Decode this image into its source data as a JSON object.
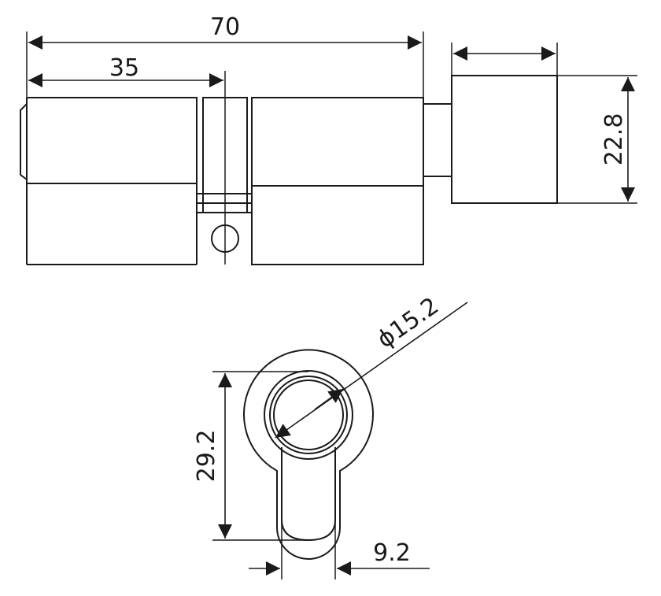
{
  "dimensions": {
    "overall_length": "70",
    "half_length": "35",
    "body_height": "22.8",
    "profile_height": "29.2",
    "diameter": "ϕ15.2",
    "cam_width": "9.2"
  },
  "colors": {
    "line": "#1a1a1a",
    "background": "#ffffff"
  }
}
